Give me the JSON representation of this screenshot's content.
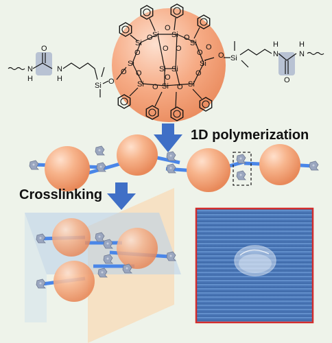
{
  "labels": {
    "polymerization": "1D polymerization",
    "crosslinking": "Crosslinking"
  },
  "chem": {
    "si": "Si",
    "o": "O",
    "n": "N",
    "h": "H"
  },
  "colors": {
    "sphere": "#f4a57c",
    "sphere_highlight": "#ffe0cc",
    "arrow": "#3f6fc6",
    "linker": "#4a86e8",
    "monomer": "#9aa4ba",
    "plane_blue": "#bcd2e8",
    "plane_orange": "#f9d9b3",
    "photo_border": "#d22c2c",
    "photo_bg": "#4a78b8"
  },
  "icons": {
    "phenyl": "benzene-ring-icon",
    "urea_highlight": "urea-group-icon"
  }
}
